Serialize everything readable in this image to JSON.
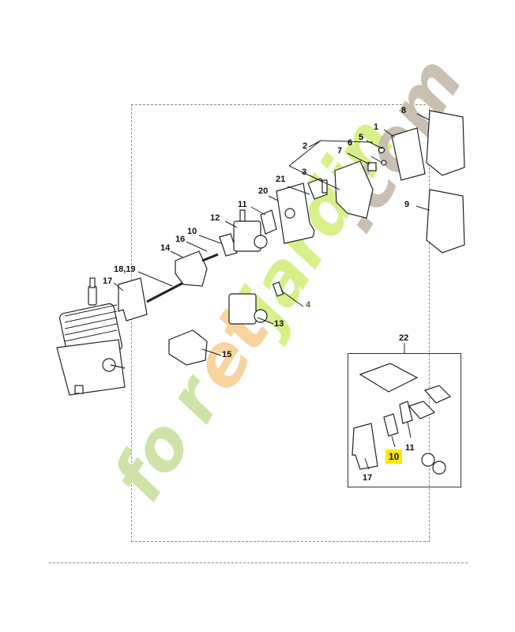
{
  "diagram": {
    "type": "exploded-parts-diagram",
    "watermark": {
      "text": "foretjardin.com",
      "colors": {
        "f_o_r": "#cfe3a8",
        "e_t": "#f8d49f",
        "jardin": "#d8f08a",
        "dot_com": "#c9bfb2"
      }
    },
    "highlight_color": "#ffe600",
    "kit": {
      "label": "22"
    },
    "labels": [
      {
        "id": "1",
        "text": "1"
      },
      {
        "id": "2",
        "text": "2"
      },
      {
        "id": "3",
        "text": "3"
      },
      {
        "id": "4",
        "text": "4"
      },
      {
        "id": "5",
        "text": "5"
      },
      {
        "id": "6",
        "text": "6"
      },
      {
        "id": "7",
        "text": "7"
      },
      {
        "id": "8",
        "text": "8"
      },
      {
        "id": "9",
        "text": "9"
      },
      {
        "id": "10",
        "text": "10"
      },
      {
        "id": "11",
        "text": "11"
      },
      {
        "id": "12",
        "text": "12"
      },
      {
        "id": "13",
        "text": "13"
      },
      {
        "id": "14",
        "text": "14"
      },
      {
        "id": "15",
        "text": "15"
      },
      {
        "id": "16",
        "text": "16"
      },
      {
        "id": "17",
        "text": "17"
      },
      {
        "id": "18_19",
        "text": "18,19"
      },
      {
        "id": "20",
        "text": "20"
      },
      {
        "id": "21",
        "text": "21"
      },
      {
        "id": "22",
        "text": "22"
      },
      {
        "id": "kit_17",
        "text": "17"
      },
      {
        "id": "kit_11",
        "text": "11"
      },
      {
        "id": "kit_10",
        "text": "10",
        "highlighted": true
      }
    ]
  }
}
